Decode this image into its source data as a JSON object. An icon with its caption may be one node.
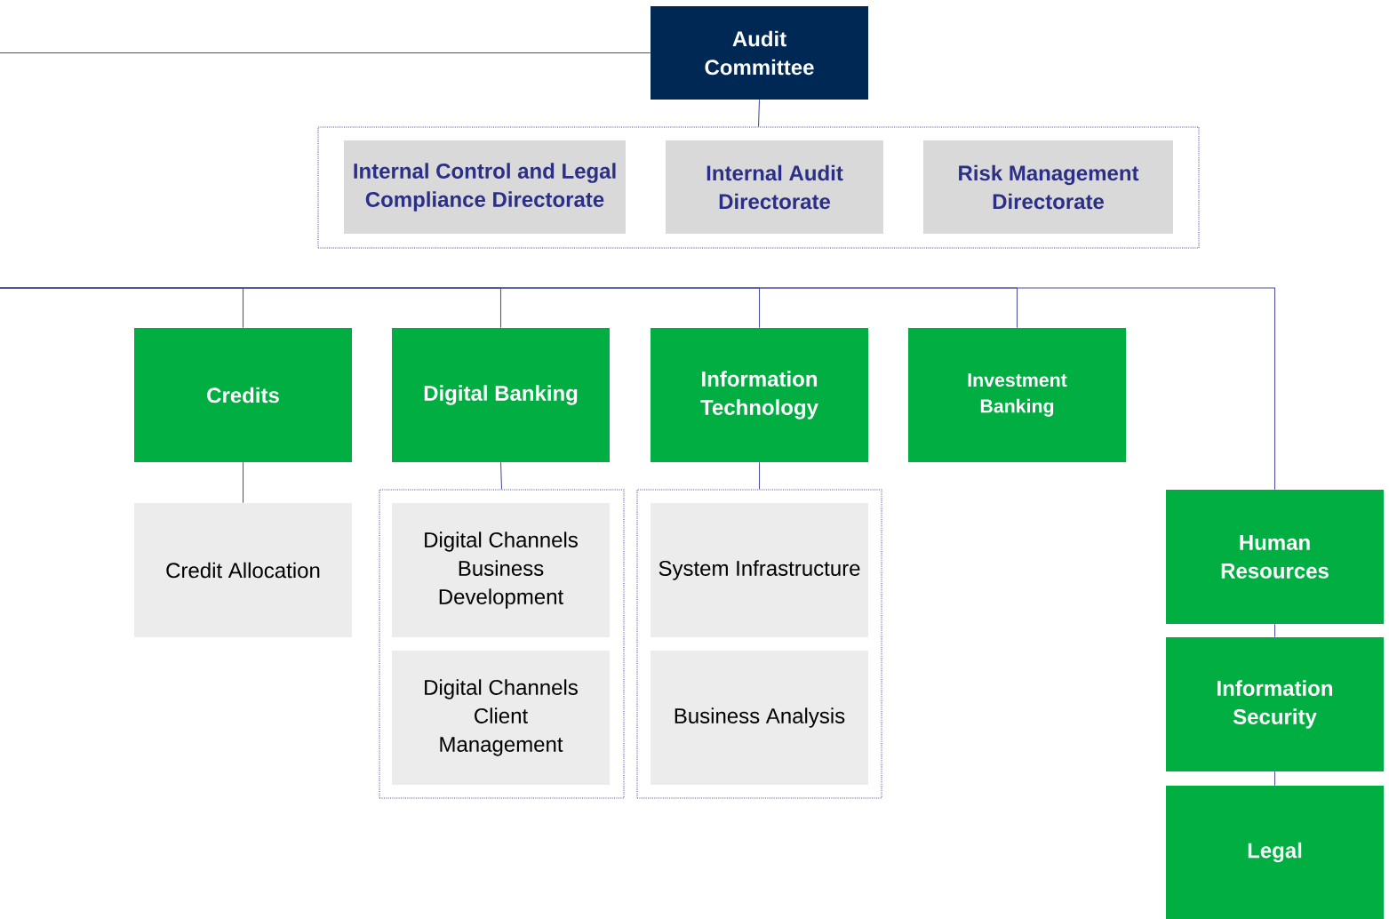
{
  "diagram": {
    "nodes": [
      {
        "text": [
          "Audit Committee"
        ]
      },
      {
        "text": [],
        "shape": "box"
      },
      {
        "text": [
          "Internal Control and Legal Compliance Directorate"
        ],
        "in": 1
      },
      {
        "text": [
          "Internal Audit Directorate"
        ],
        "in": 1
      },
      {
        "text": [
          "Risk Management Directorate"
        ],
        "in": 1
      },
      {
        "text": [
          "Credits"
        ]
      },
      {
        "text": [
          "Digital Banking"
        ]
      },
      {
        "text": [
          "Information Technology"
        ]
      },
      {
        "text": [
          "Investment Banking"
        ]
      },
      {
        "text": [
          "Credit Allocation"
        ]
      },
      {
        "text": [],
        "shape": "box"
      },
      {
        "text": [
          "Digital Channels Business Development"
        ],
        "in": 10
      },
      {
        "text": [
          "Digital Channels Client Management"
        ],
        "in": 10
      },
      {
        "text": [],
        "shape": "box"
      },
      {
        "text": [
          "System Infrastructure"
        ],
        "in": 13
      },
      {
        "text": [
          "Business Analysis"
        ],
        "in": 13
      },
      {
        "text": [
          "Human Resources"
        ]
      },
      {
        "text": [
          "Information Security"
        ]
      },
      {
        "text": [
          "Legal"
        ]
      }
    ],
    "edges": [
      {
        "from": null,
        "to": 0,
        "arrow": "none"
      },
      {
        "from": 0,
        "to": 1,
        "arrow": "none"
      },
      {
        "from": null,
        "to": 5,
        "arrow": "none"
      },
      {
        "from": null,
        "to": 6,
        "arrow": "none"
      },
      {
        "from": null,
        "to": 7,
        "arrow": "none"
      },
      {
        "from": null,
        "to": 8,
        "arrow": "none"
      },
      {
        "from": null,
        "to": 16,
        "arrow": "none"
      },
      {
        "from": 5,
        "to": 9,
        "arrow": "none"
      },
      {
        "from": 6,
        "to": 10,
        "arrow": "none"
      },
      {
        "from": 7,
        "to": 13,
        "arrow": "none"
      },
      {
        "from": 16,
        "to": 17,
        "arrow": "none"
      },
      {
        "from": 17,
        "to": 18,
        "arrow": "none"
      }
    ]
  }
}
